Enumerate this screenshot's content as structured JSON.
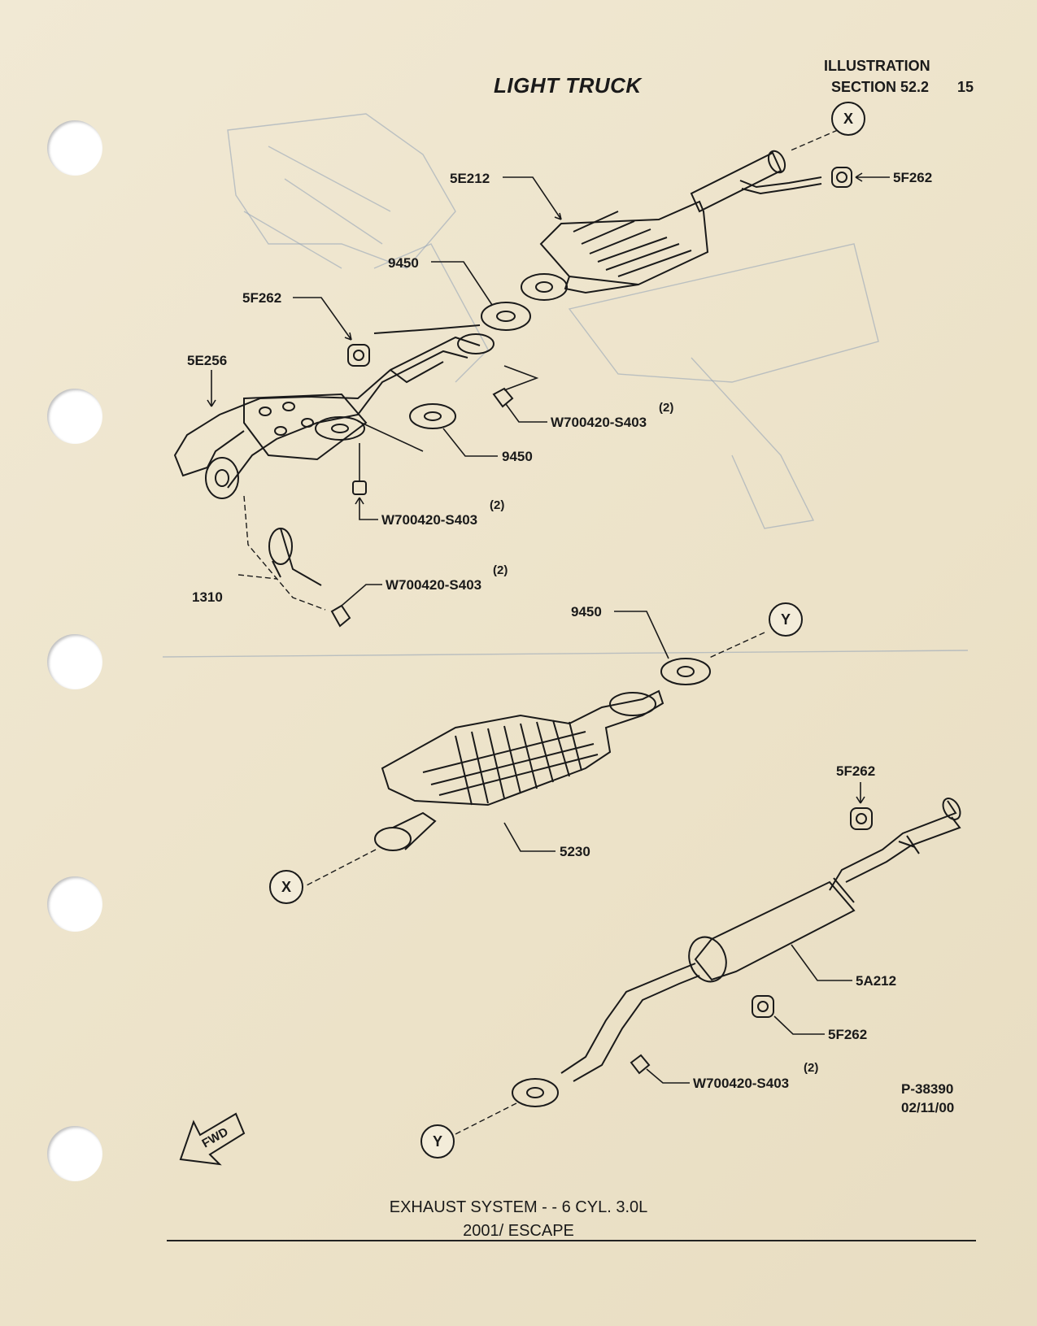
{
  "header": {
    "title": "LIGHT TRUCK",
    "illustration_label": "ILLUSTRATION",
    "section_label": "SECTION 52.2",
    "page_number": "15"
  },
  "parts": {
    "p_5e212": "5E212",
    "p_5f262_top": "5F262",
    "p_9450_a": "9450",
    "p_5f262_left": "5F262",
    "p_5e256": "5E256",
    "p_w_nut_a": "W700420-S403",
    "p_w_nut_a_qty": "(2)",
    "p_9450_b": "9450",
    "p_w_nut_b": "W700420-S403",
    "p_w_nut_b_qty": "(2)",
    "p_w_nut_c": "W700420-S403",
    "p_w_nut_c_qty": "(2)",
    "p_1310": "1310",
    "p_9450_c": "9450",
    "p_5230": "5230",
    "p_5f262_right": "5F262",
    "p_5a212": "5A212",
    "p_5f262_lower": "5F262",
    "p_w_nut_d": "W700420-S403",
    "p_w_nut_d_qty": "(2)"
  },
  "callouts": {
    "x_top": "X",
    "y_top": "Y",
    "x_bottom": "X",
    "y_bottom": "Y"
  },
  "fwd_label": "FWD",
  "reference": {
    "code": "P-38390",
    "date": "02/11/00"
  },
  "caption": {
    "line1": "EXHAUST SYSTEM - - 6 CYL. 3.0L",
    "line2": "2001/ ESCAPE"
  }
}
